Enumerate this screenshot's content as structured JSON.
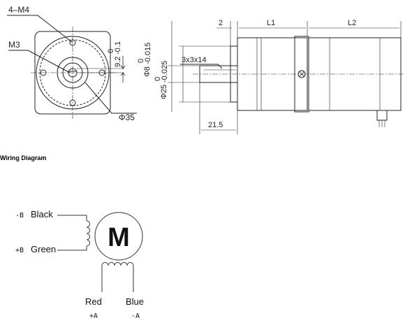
{
  "front_view": {
    "labels": {
      "bolt_holes": "4–M4",
      "set_screw": "M3",
      "pilot_diameter": "Φ35",
      "flat_dim_value": "9.2",
      "flat_dim_upper": "0",
      "flat_dim_lower": "-0.1"
    }
  },
  "side_view": {
    "labels": {
      "shaft_diameter_value": "Φ8",
      "shaft_diameter_upper": "0",
      "shaft_diameter_lower": "-0.015",
      "boss_diameter_value": "Φ25",
      "boss_diameter_upper": "0",
      "boss_diameter_lower": "-0.025",
      "key": "3x3x14",
      "flange": "2",
      "length_1": "L1",
      "length_2": "L2",
      "shaft_length": "21.5"
    }
  },
  "wiring": {
    "title": "Wiring Diagram",
    "motor_letter": "M",
    "wire_black": "Black",
    "wire_green": "Green",
    "wire_red": "Red",
    "wire_blue": "Blue",
    "sign_minus_b": "-B",
    "sign_plus_b": "+B",
    "sign_plus_a": "+A",
    "sign_minus_a": "-A"
  }
}
